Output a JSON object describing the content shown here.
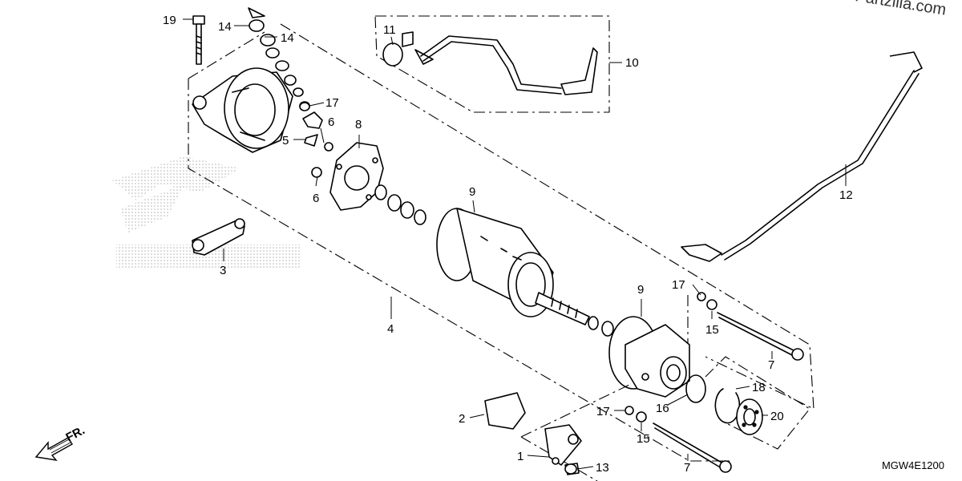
{
  "watermark": "© Partzilla.com",
  "diagram_code": "MGW4E1200",
  "front_label": "FR.",
  "callouts": {
    "p1": "1",
    "p2": "2",
    "p3": "3",
    "p4": "4",
    "p5": "5",
    "p6a": "6",
    "p6b": "6",
    "p7a": "7",
    "p7b": "7",
    "p8": "8",
    "p9a": "9",
    "p9b": "9",
    "p10": "10",
    "p11": "11",
    "p12": "12",
    "p13": "13",
    "p14a": "14",
    "p14b": "14",
    "p15a": "15",
    "p15b": "15",
    "p16": "16",
    "p17a": "17",
    "p17b": "17",
    "p17c": "17",
    "p18": "18",
    "p19": "19",
    "p20": "20"
  }
}
